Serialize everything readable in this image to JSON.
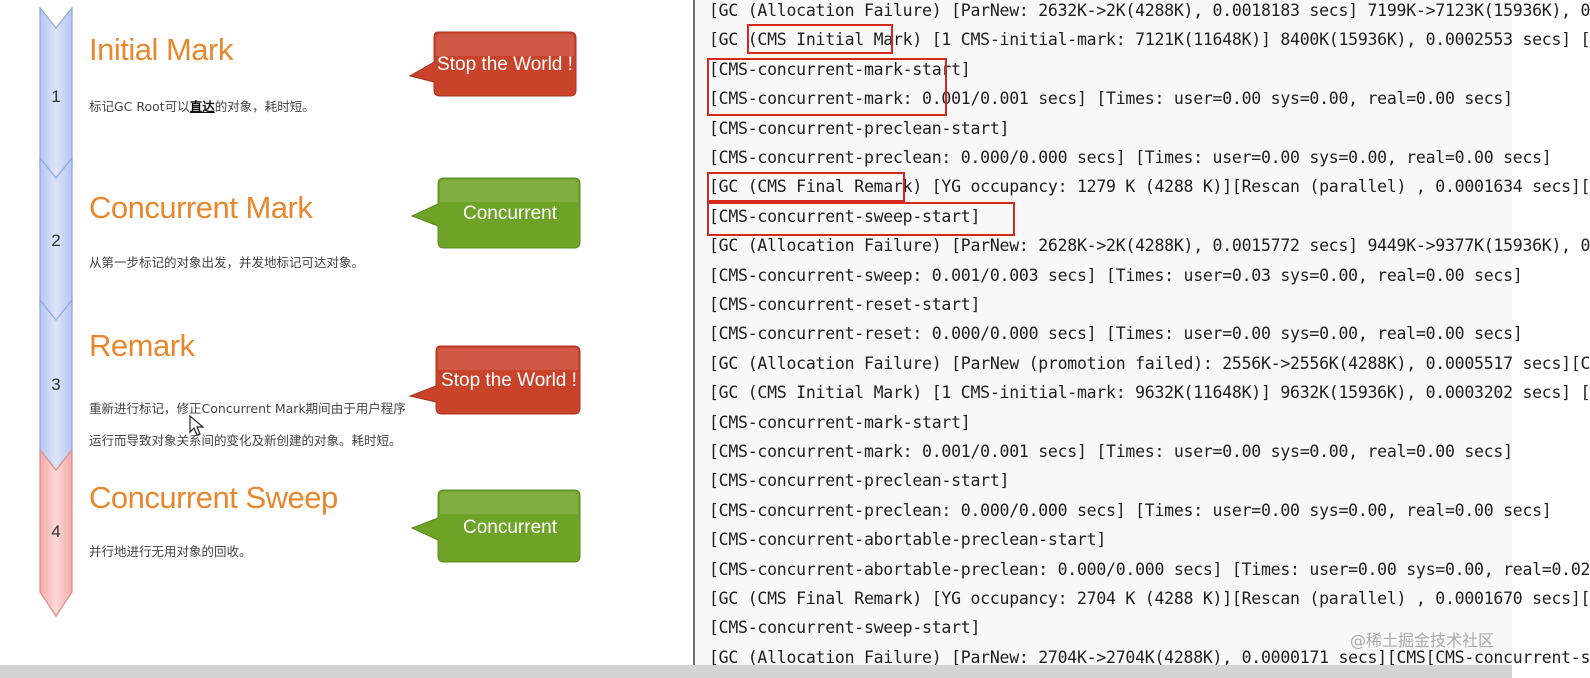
{
  "phases": [
    {
      "num": "1",
      "title": "Initial Mark",
      "desc_pre": "标记GC Root可以",
      "desc_bold": "直达",
      "desc_post": "的对象，耗时短。",
      "bubble": "Stop the World !",
      "bubble_kind": "stw"
    },
    {
      "num": "2",
      "title": "Concurrent Mark",
      "desc": "从第一步标记的对象出发，并发地标记可达对象。",
      "bubble": "Concurrent",
      "bubble_kind": "concurrent"
    },
    {
      "num": "3",
      "title": "Remark",
      "desc_line1": "重新进行标记，修正Concurrent Mark期间由于用户程序",
      "desc_line2": "运行而导致对象关系间的变化及新创建的对象。耗时短。",
      "bubble": "Stop the World !",
      "bubble_kind": "stw"
    },
    {
      "num": "4",
      "title": "Concurrent Sweep",
      "desc": "并行地进行无用对象的回收。",
      "bubble": "Concurrent",
      "bubble_kind": "concurrent"
    }
  ],
  "colors": {
    "phase_title": "#e8872d",
    "stw_bubble": "#c9432b",
    "concurrent_bubble": "#6fa327",
    "timeline_blue": "#c7d5f5",
    "timeline_pink": "#f5c2c0",
    "highlight_box": "#d42a1e"
  },
  "log_lines": [
    "[GC (Allocation Failure) [ParNew: 2632K->2K(4288K), 0.0018183 secs] 7199K->7123K(15936K), 0",
    "[GC (CMS Initial Mark) [1 CMS-initial-mark: 7121K(11648K)] 8400K(15936K), 0.0002553 secs] [",
    "[CMS-concurrent-mark-start]",
    "[CMS-concurrent-mark: 0.001/0.001 secs] [Times: user=0.00 sys=0.00, real=0.00 secs]",
    "[CMS-concurrent-preclean-start]",
    "[CMS-concurrent-preclean: 0.000/0.000 secs] [Times: user=0.00 sys=0.00, real=0.00 secs]",
    "[GC (CMS Final Remark) [YG occupancy: 1279 K (4288 K)][Rescan (parallel) , 0.0001634 secs][",
    "[CMS-concurrent-sweep-start]",
    "[GC (Allocation Failure) [ParNew: 2628K->2K(4288K), 0.0015772 secs] 9449K->9377K(15936K), 0",
    "[CMS-concurrent-sweep: 0.001/0.003 secs] [Times: user=0.03 sys=0.00, real=0.00 secs]",
    "[CMS-concurrent-reset-start]",
    "[CMS-concurrent-reset: 0.000/0.000 secs] [Times: user=0.00 sys=0.00, real=0.00 secs]",
    "[GC (Allocation Failure) [ParNew (promotion failed): 2556K->2556K(4288K), 0.0005517 secs][C",
    "[GC (CMS Initial Mark) [1 CMS-initial-mark: 9632K(11648K)] 9632K(15936K), 0.0003202 secs] [",
    "[CMS-concurrent-mark-start]",
    "[CMS-concurrent-mark: 0.001/0.001 secs] [Times: user=0.00 sys=0.00, real=0.00 secs]",
    "[CMS-concurrent-preclean-start]",
    "[CMS-concurrent-preclean: 0.000/0.000 secs] [Times: user=0.00 sys=0.00, real=0.00 secs]",
    "[CMS-concurrent-abortable-preclean-start]",
    "[CMS-concurrent-abortable-preclean: 0.000/0.000 secs] [Times: user=0.00 sys=0.00, real=0.02",
    "[GC (CMS Final Remark) [YG occupancy: 2704 K (4288 K)][Rescan (parallel) , 0.0001670 secs][",
    "[CMS-concurrent-sweep-start]",
    "[GC (Allocation Failure) [ParNew: 2704K->2704K(4288K), 0.0000171 secs][CMS[CMS-concurrent-s"
  ],
  "watermark": "@稀土掘金技术社区"
}
